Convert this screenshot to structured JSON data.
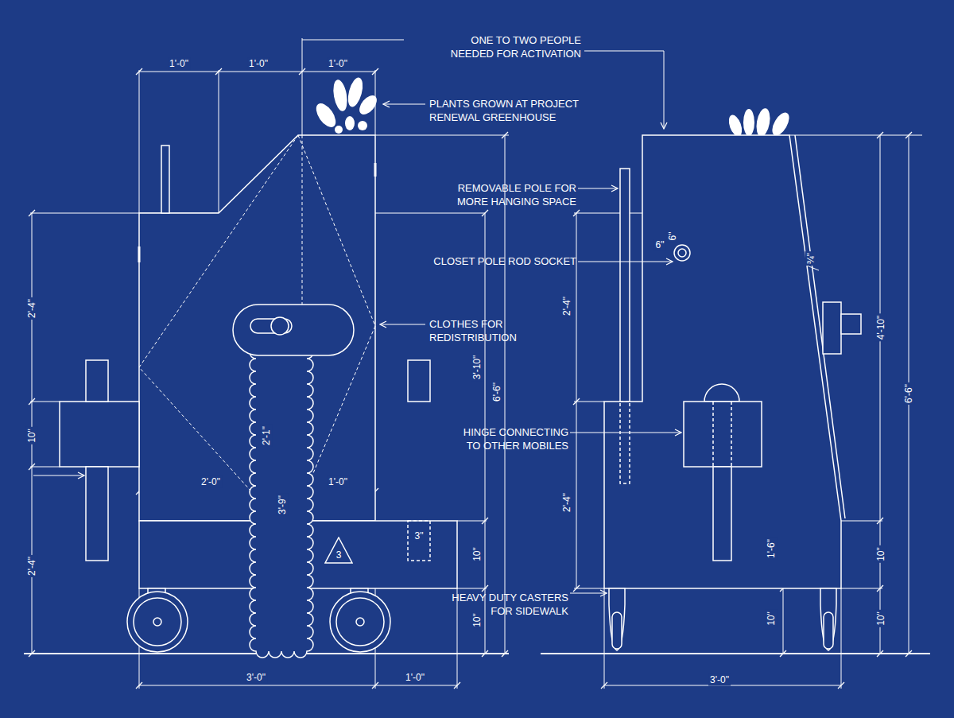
{
  "diagram": {
    "nodes": [
      {
        "text": [
          "3"
        ]
      }
    ],
    "labels": [
      "1'-0\"",
      "1'-0\"",
      "1'-0\"",
      "2'-4\"",
      "10\"",
      "2'-4\"",
      "2'-1\"",
      "3'-9\"",
      "2'-0\"",
      "1'-0\"",
      "3\"",
      "3'-10\"",
      "6'-6\"",
      "10\"",
      "10\"",
      "3'-0\"",
      "1'-0\"",
      "ONE TO TWO PEOPLE NEEDED FOR ACTIVATION",
      "PLANTS GROWN AT PROJECT RENEWAL GREENHOUSE",
      "REMOVABLE POLE FOR MORE HANGING SPACE",
      "CLOSET POLE ROD SOCKET",
      "CLOTHES FOR REDISTRIBUTION",
      "HINGE CONNECTING TO OTHER MOBILES",
      "HEAVY DUTY CASTERS FOR SIDEWALK",
      "6\"",
      "6\"",
      "¾\"",
      "2'-4\"",
      "4'-10\"",
      "6'-6\"",
      "2'-4\"",
      "1'-6\"",
      "10\"",
      "10\"",
      "10\"",
      "3'-0\""
    ]
  }
}
